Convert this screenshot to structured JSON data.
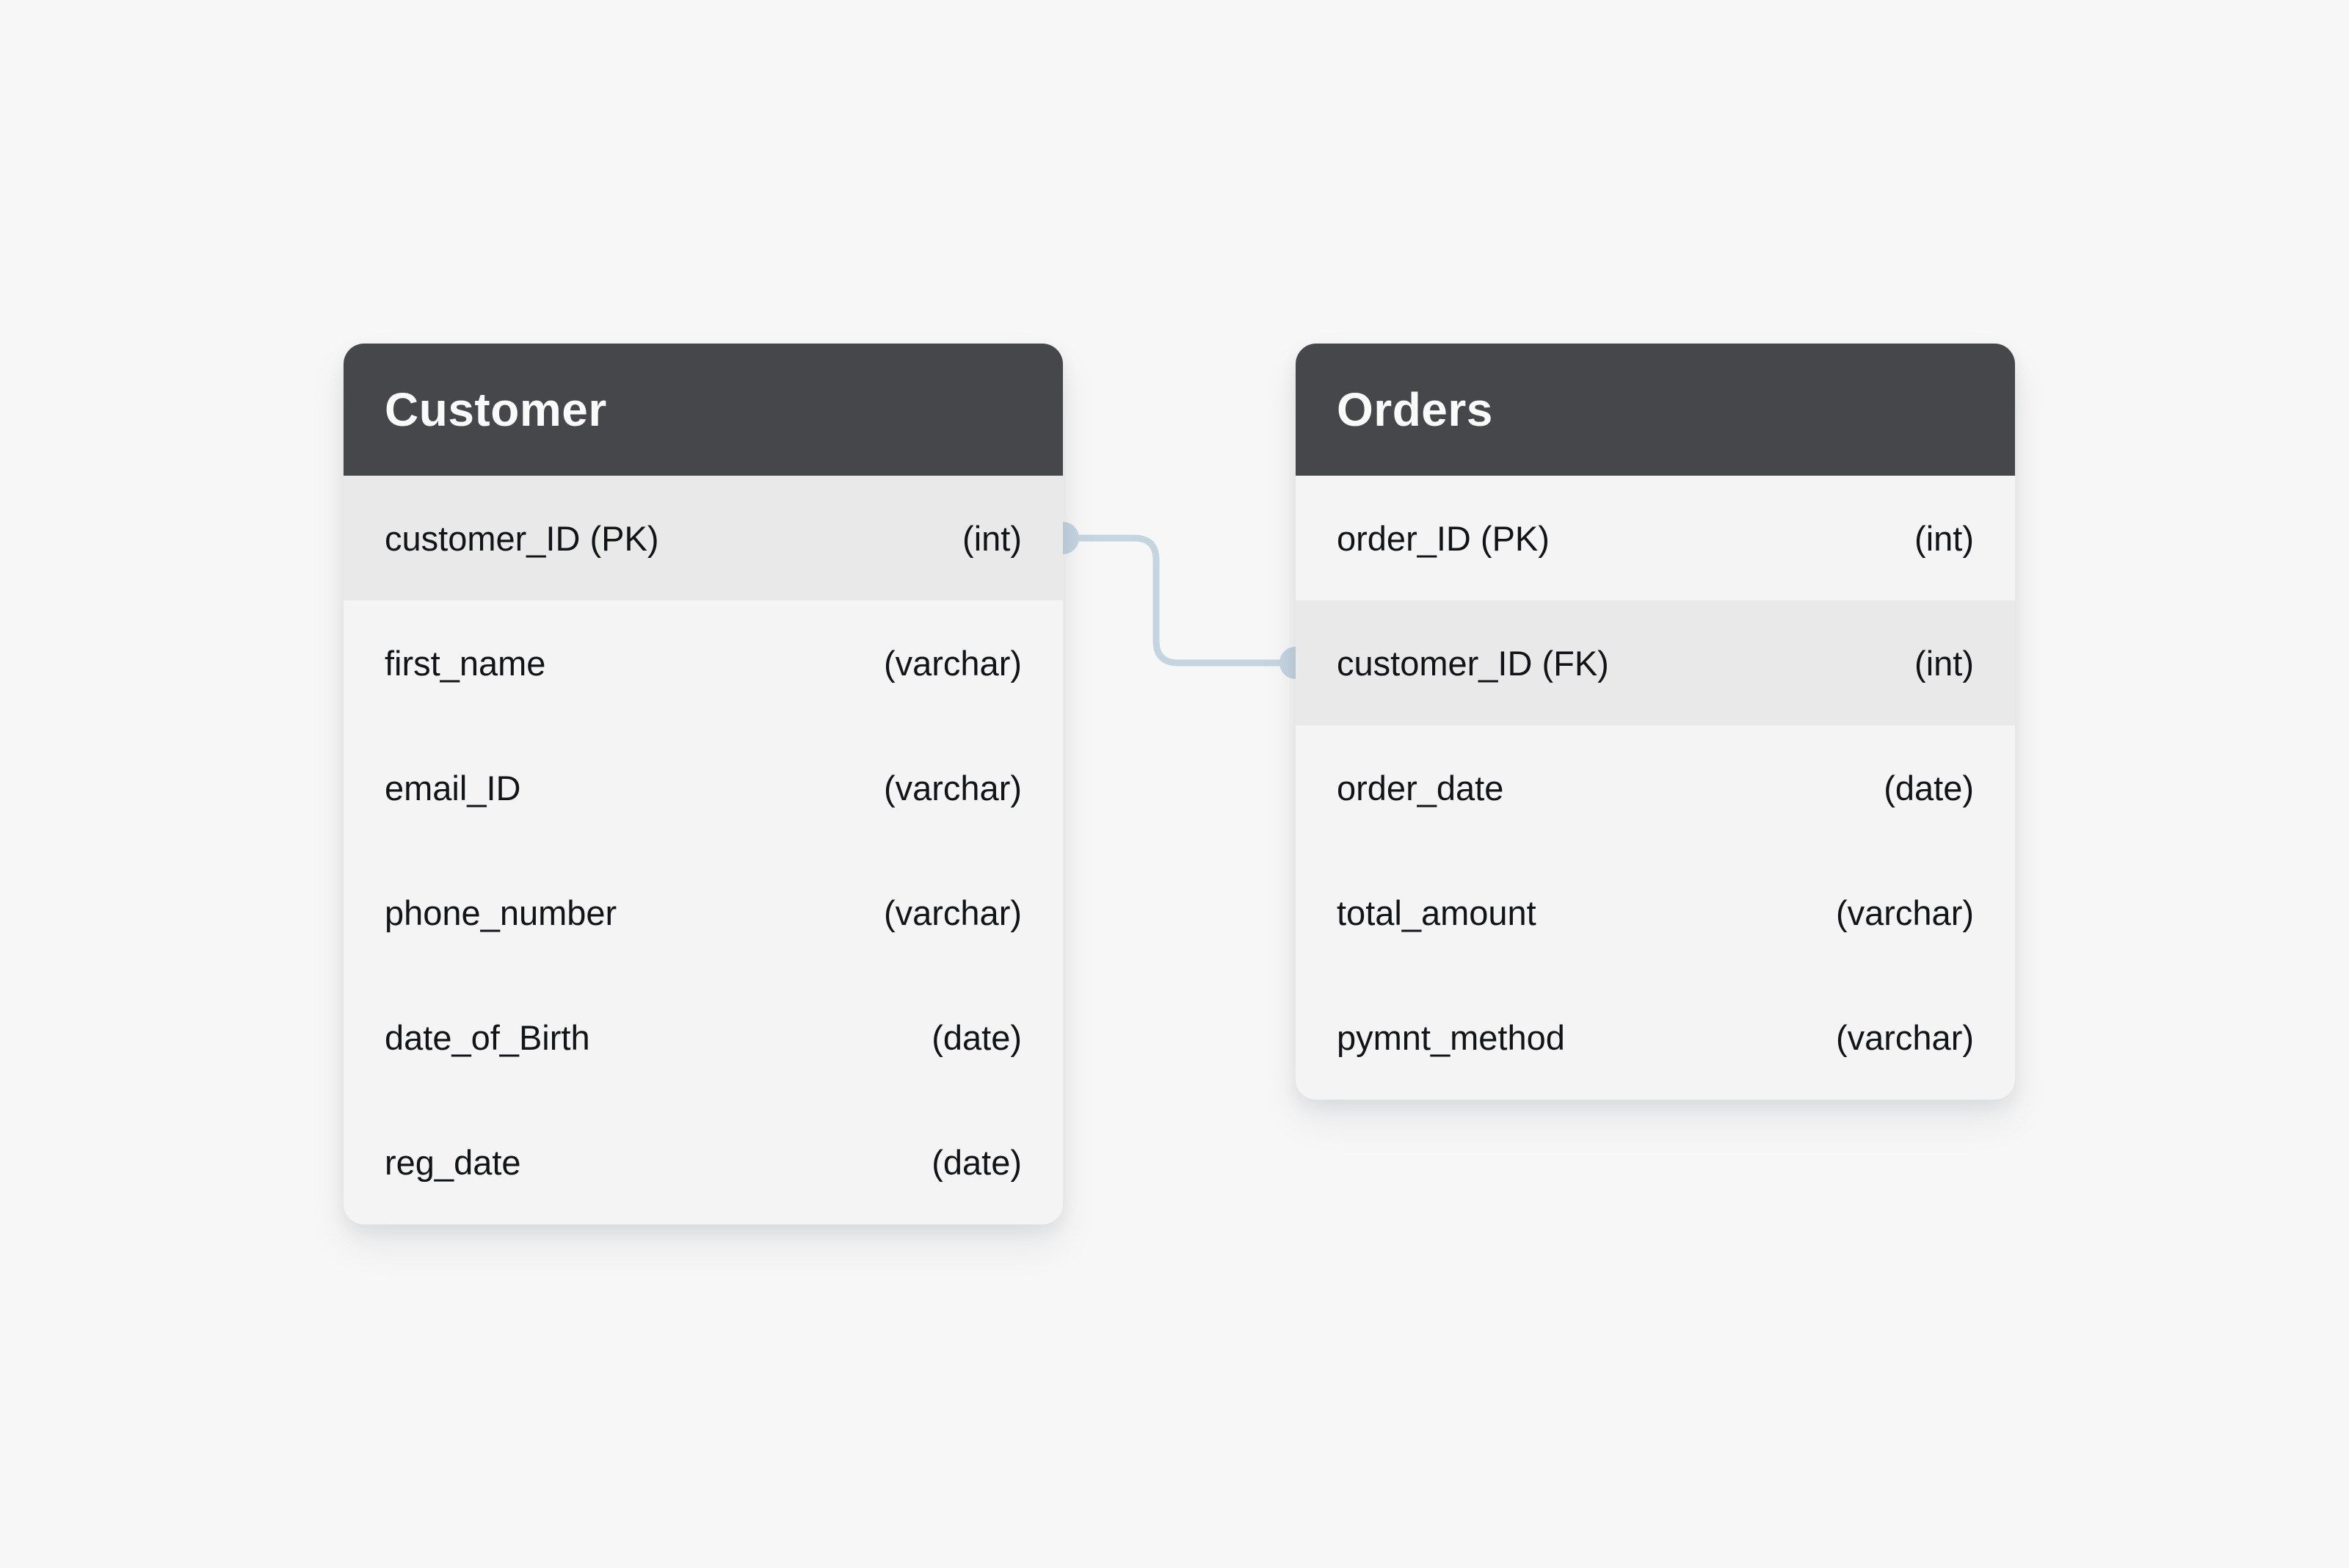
{
  "diagram": {
    "colors": {
      "page_background": "#f7f7f8",
      "card_background": "#f4f4f5",
      "header_background": "#45474b",
      "header_text": "#fafafa",
      "row_text": "#131417",
      "row_highlight": "#e9e9ea",
      "connector": "#c4d4e1"
    },
    "tables": [
      {
        "title": "Customer",
        "fields": [
          {
            "name": "customer_ID (PK)",
            "type": "(int)"
          },
          {
            "name": "first_name",
            "type": "(varchar)"
          },
          {
            "name": "email_ID",
            "type": "(varchar)"
          },
          {
            "name": "phone_number",
            "type": "(varchar)"
          },
          {
            "name": "date_of_Birth",
            "type": "(date)"
          },
          {
            "name": "reg_date",
            "type": "(date)"
          }
        ],
        "highlighted_field": "customer_ID (PK)"
      },
      {
        "title": "Orders",
        "fields": [
          {
            "name": "order_ID (PK)",
            "type": "(int)"
          },
          {
            "name": "customer_ID (FK)",
            "type": "(int)"
          },
          {
            "name": "order_date",
            "type": "(date)"
          },
          {
            "name": "total_amount",
            "type": "(varchar)"
          },
          {
            "name": "pymnt_method",
            "type": "(varchar)"
          }
        ],
        "highlighted_field": "customer_ID (FK)"
      }
    ],
    "relationship": {
      "from_table": "Customer",
      "from_field": "customer_ID (PK)",
      "to_table": "Orders",
      "to_field": "customer_ID (FK)"
    }
  }
}
